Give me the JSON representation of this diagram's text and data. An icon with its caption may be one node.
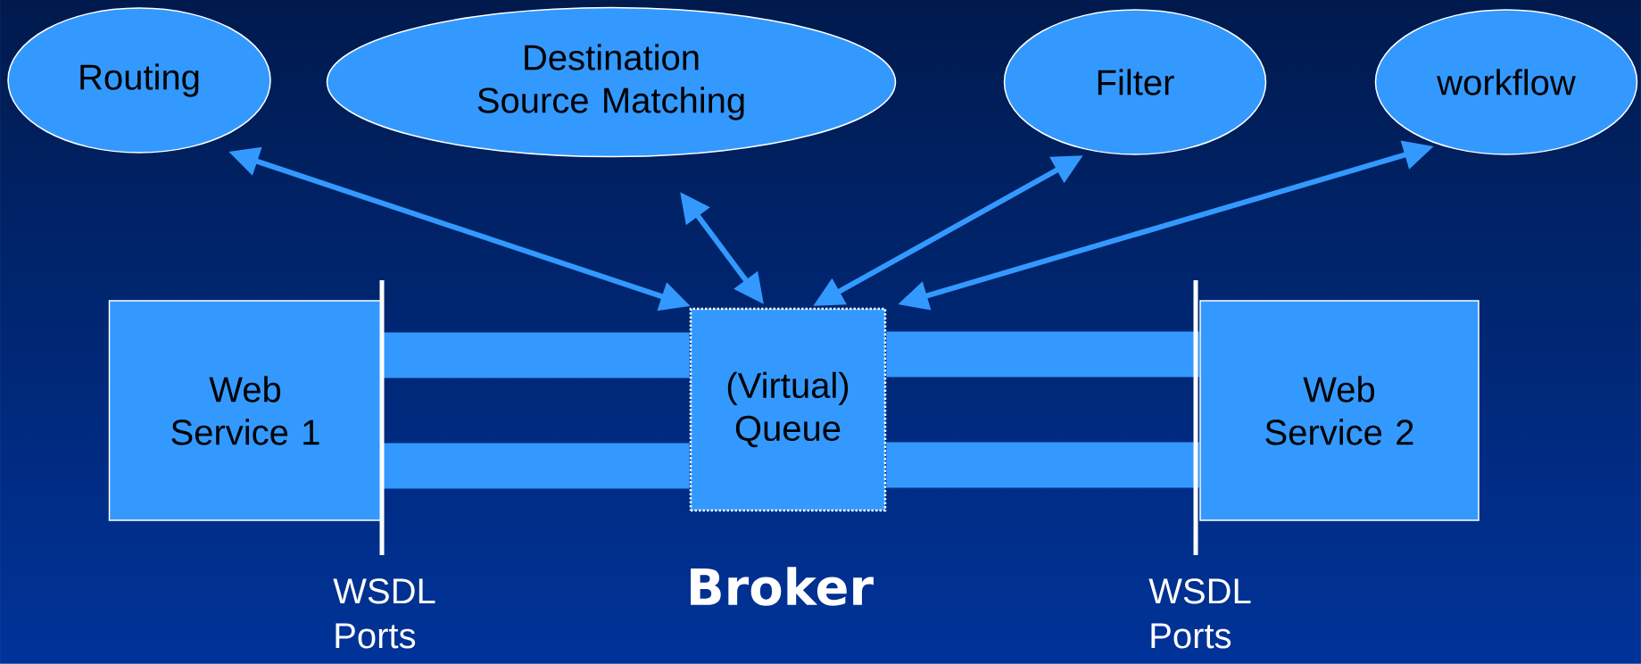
{
  "diagram": {
    "nodes": [
      {
        "text": [
          "Routing"
        ]
      },
      {
        "text": [
          "Destination Source Matching"
        ]
      },
      {
        "text": [
          "Filter"
        ]
      },
      {
        "text": [
          "workflow"
        ]
      },
      {
        "text": [
          "Web Service 1"
        ]
      },
      {
        "text": [
          "(Virtual) Queue"
        ]
      },
      {
        "text": [
          "Web Service 2"
        ]
      }
    ],
    "edges": [
      {
        "from": 0,
        "to": 5,
        "arrow": "both"
      },
      {
        "from": 1,
        "to": 5,
        "arrow": "both"
      },
      {
        "from": 2,
        "to": 5,
        "arrow": "both"
      },
      {
        "from": 3,
        "to": 5,
        "arrow": "both"
      },
      {
        "from": 4,
        "to": 5,
        "arrow": "none",
        "style": "thick"
      },
      {
        "from": 4,
        "to": 5,
        "arrow": "none",
        "style": "thick"
      },
      {
        "from": 5,
        "to": 6,
        "arrow": "none",
        "style": "thick"
      },
      {
        "from": 5,
        "to": 6,
        "arrow": "none",
        "style": "thick"
      }
    ],
    "labels": [
      "WSDL Ports",
      "Broker",
      "WSDL Ports"
    ]
  }
}
